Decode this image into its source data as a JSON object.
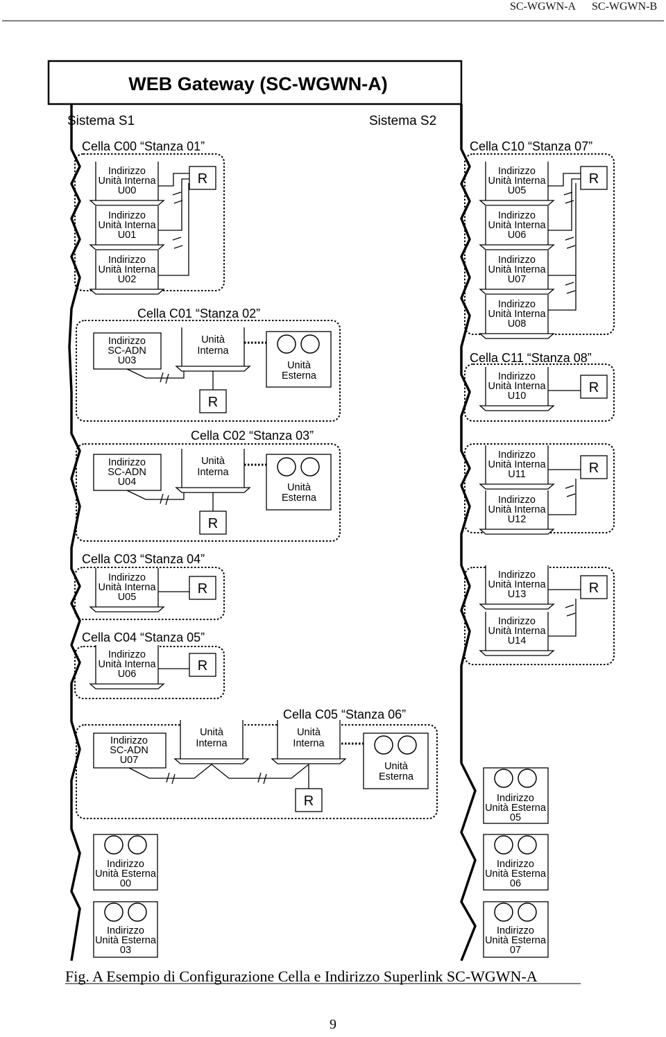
{
  "header": {
    "model_a": "SC-WGWN-A",
    "model_b": "SC-WGWN-B"
  },
  "gateway": {
    "title": "WEB Gateway (SC-WGWN-A)"
  },
  "systems": {
    "s1": "Sistema S1",
    "s2": "Sistema S2"
  },
  "cells": {
    "c00": "Cella C00  “Stanza 01”",
    "c01": "Cella C01  “Stanza 02”",
    "c02": "Cella C02  “Stanza 03”",
    "c03": "Cella C03  “Stanza 04”",
    "c04": "Cella C04  “Stanza 05”",
    "c05": "Cella C05  “Stanza 06”",
    "c10": "Cella C10  “Stanza 07”",
    "c11": "Cella C11  “Stanza 08”"
  },
  "labels": {
    "indirizzo": "Indirizzo",
    "unita_interna": "Unità Interna",
    "unita_esterna": "Unità Esterna",
    "unita": "Unità",
    "interna": "Interna",
    "esterna": "Esterna",
    "sc_adn": "SC-ADN",
    "remote": "R"
  },
  "addresses": {
    "u00": "U00",
    "u01": "U01",
    "u02": "U02",
    "u03": "U03",
    "u04": "U04",
    "u05": "U05",
    "u06": "U06",
    "u07": "U07",
    "u08": "U08",
    "u10": "U10",
    "u11": "U11",
    "u12": "U12",
    "u13": "U13",
    "u14": "U14",
    "e00": "00",
    "e03": "03",
    "e05": "05",
    "e06": "06",
    "e07": "07"
  },
  "caption": "Fig. A  Esempio di Configurazione Cella e Indirizzo Superlink SC-WGWN-A",
  "page_number": "9"
}
